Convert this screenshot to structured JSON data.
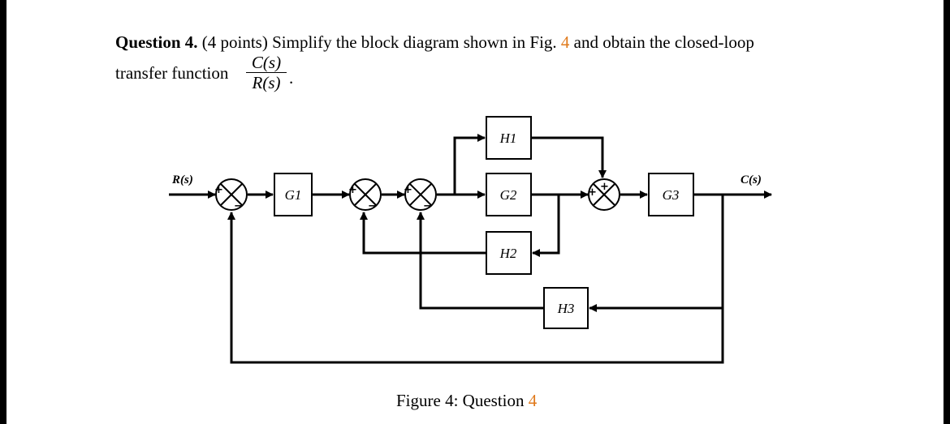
{
  "question": {
    "label": "Question 4.",
    "points": "(4 points)",
    "text": "Simplify the block diagram shown in Fig.",
    "fig_ref": "4",
    "text_after": "and obtain the closed-loop",
    "line2": "transfer function",
    "numerator": "C(s)",
    "denominator": "R(s)",
    "end_punct": "."
  },
  "diagram": {
    "input_label": "R(s)",
    "output_label": "C(s)",
    "blocks": {
      "g1": "G1",
      "g2": "G2",
      "g3": "G3",
      "h1": "H1",
      "h2": "H2",
      "h3": "H3"
    },
    "signs": {
      "plus": "+",
      "minus": "−"
    }
  },
  "caption": {
    "text": "Figure 4: Question",
    "ref": "4"
  },
  "colors": {
    "ref": "#e07a1c",
    "line": "#000000"
  }
}
